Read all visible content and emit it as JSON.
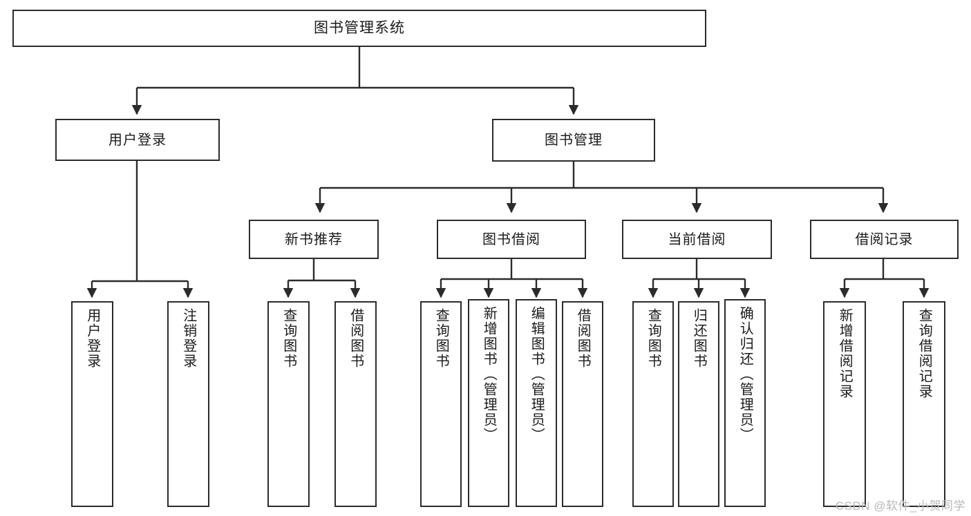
{
  "diagram": {
    "type": "tree",
    "title": "图书管理系统",
    "watermark": "CSDN @软件_小贺同学",
    "style": {
      "background": "#ffffff",
      "box_border": "#2b2b2b",
      "box_fill": "#ffffff",
      "text": "#1b1b1b",
      "connector": "#2b2b2b",
      "watermark_color": "#b9b9b9"
    },
    "root": {
      "label": "图书管理系统"
    },
    "level2": [
      {
        "id": "user-login",
        "label": "用户登录"
      },
      {
        "id": "book-manage",
        "label": "图书管理"
      }
    ],
    "level3": [
      {
        "id": "new-book-rec",
        "label": "新书推荐",
        "parent": "book-manage"
      },
      {
        "id": "book-borrow",
        "label": "图书借阅",
        "parent": "book-manage"
      },
      {
        "id": "current-borrow",
        "label": "当前借阅",
        "parent": "book-manage"
      },
      {
        "id": "borrow-record",
        "label": "借阅记录",
        "parent": "book-manage"
      }
    ],
    "leaves": [
      {
        "id": "leaf-user-login",
        "label": "用户登录",
        "parent": "user-login"
      },
      {
        "id": "leaf-user-logout",
        "label": "注销登录",
        "parent": "user-login"
      },
      {
        "id": "leaf-rec-query",
        "label": "查询图书",
        "parent": "new-book-rec"
      },
      {
        "id": "leaf-rec-borrow",
        "label": "借阅图书",
        "parent": "new-book-rec"
      },
      {
        "id": "leaf-borrow-query",
        "label": "查询图书",
        "parent": "book-borrow"
      },
      {
        "id": "leaf-borrow-add",
        "label": "新增图书（管理员）",
        "parent": "book-borrow"
      },
      {
        "id": "leaf-borrow-edit",
        "label": "编辑图书（管理员）",
        "parent": "book-borrow"
      },
      {
        "id": "leaf-borrow-lend",
        "label": "借阅图书",
        "parent": "book-borrow"
      },
      {
        "id": "leaf-cur-query",
        "label": "查询图书",
        "parent": "current-borrow"
      },
      {
        "id": "leaf-cur-return",
        "label": "归还图书",
        "parent": "current-borrow"
      },
      {
        "id": "leaf-cur-confirm",
        "label": "确认归还（管理员）",
        "parent": "current-borrow"
      },
      {
        "id": "leaf-rec-add",
        "label": "新增借阅记录",
        "parent": "borrow-record"
      },
      {
        "id": "leaf-rec-query-record",
        "label": "查询借阅记录",
        "parent": "borrow-record"
      }
    ]
  }
}
